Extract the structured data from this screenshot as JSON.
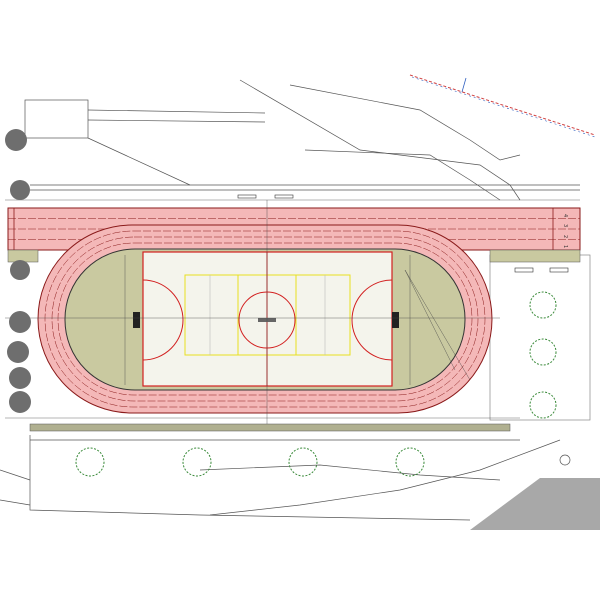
{
  "drawing": {
    "lane_numbers": [
      "4",
      "3",
      "2",
      "1"
    ],
    "colors": {
      "track": "#f4b8b8",
      "track_line": "#8a1a1a",
      "field": "#c9c9a0",
      "court_line_red": "#d22020",
      "court_line_yellow": "#e8e020",
      "court_fill": "#f4f4ec",
      "tree": "#3a8a3a",
      "shrub_dark": "#6e6e6e",
      "paving": "#a8a8a8",
      "property_line": "#d04040",
      "property_line_alt": "#3060c0"
    }
  }
}
